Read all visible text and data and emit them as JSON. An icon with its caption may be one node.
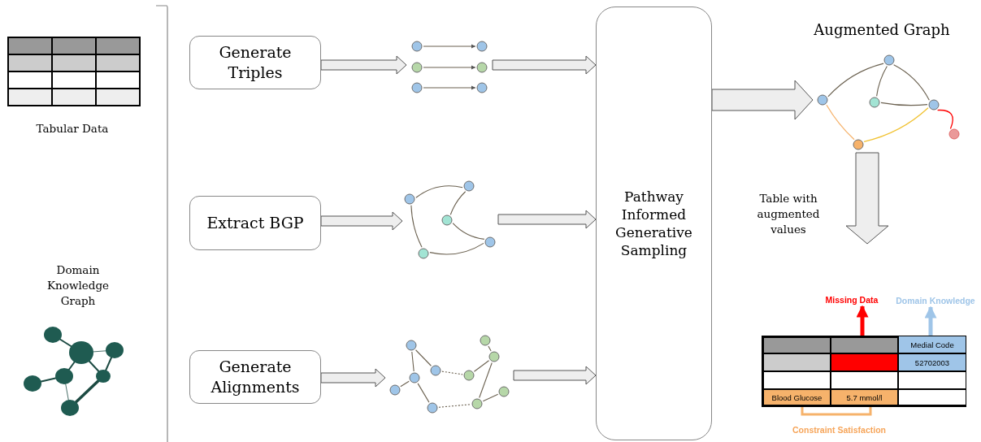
{
  "diagram": {
    "nodes": [
      {
        "text": [
          "Generate Triples"
        ]
      },
      {
        "text": [],
        "shape": "picture"
      },
      {
        "text": [
          "Extract BGP"
        ]
      },
      {
        "text": [],
        "shape": "picture"
      },
      {
        "text": [
          "Generate Alignments"
        ]
      },
      {
        "text": [],
        "shape": "picture"
      },
      {
        "text": [
          "Pathway Informed Generative Sampling"
        ]
      },
      {
        "text": [],
        "shape": "picture",
        "beside": [
          "Augmented Graph"
        ]
      },
      {
        "text": [],
        "shape": "box"
      },
      {
        "text": [
          "Missing Data"
        ]
      },
      {
        "text": [],
        "shape": "box",
        "in": 8
      },
      {
        "text": [
          "Domain Knowledge"
        ]
      },
      {
        "text": [
          "Medial Code"
        ],
        "in": 8
      },
      {
        "text": [
          "52702003"
        ],
        "in": 8
      },
      {
        "text": [
          "Blood Glucose"
        ],
        "in": 8
      },
      {
        "text": [
          "5.7 mmol/l"
        ],
        "in": 8
      }
    ],
    "edges": [
      {
        "from": 0,
        "to": 1,
        "arrow": "to"
      },
      {
        "from": 1,
        "to": 6,
        "arrow": "to"
      },
      {
        "from": 2,
        "to": 3,
        "arrow": "to"
      },
      {
        "from": 3,
        "to": 6,
        "arrow": "to"
      },
      {
        "from": 4,
        "to": 5,
        "arrow": "to"
      },
      {
        "from": 5,
        "to": 6,
        "arrow": "to"
      },
      {
        "from": 6,
        "to": 7,
        "arrow": "to"
      },
      {
        "from": 7,
        "to": null,
        "arrow": "to"
      },
      {
        "from": 10,
        "to": 9,
        "arrow": "to",
        "color": "#ff0000"
      },
      {
        "from": 12,
        "to": 11,
        "arrow": "to",
        "color": "#9fc5e8"
      }
    ],
    "labels": [
      "Tabular Data",
      "Table with augmented values",
      "Domain Knowledge Graph",
      "Constraint Satisfaction"
    ]
  }
}
